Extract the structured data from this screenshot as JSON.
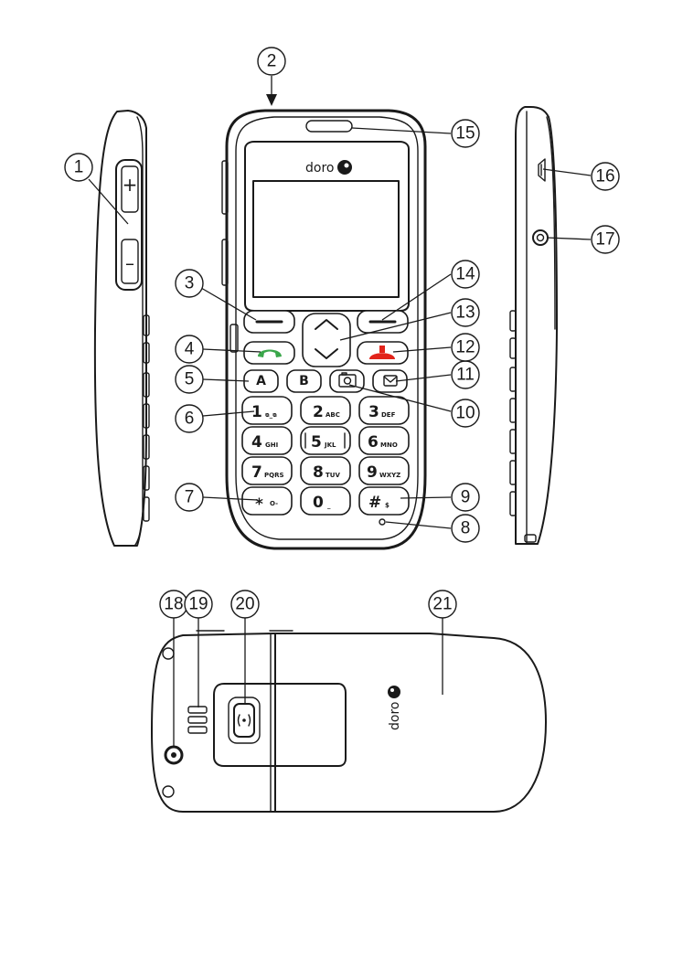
{
  "logo_text": "doro",
  "colors": {
    "call_key": "#3aa64a",
    "end_key": "#e2231a",
    "line": "#1a1a1a"
  },
  "side_buttons": {
    "volume_up": "+",
    "volume_down": "–"
  },
  "soft_keys": {
    "a": "A",
    "b": "B"
  },
  "keypad": [
    {
      "num": "1",
      "sub": "ᴓ_ᴓ"
    },
    {
      "num": "2",
      "sub": "ABC"
    },
    {
      "num": "3",
      "sub": "DEF"
    },
    {
      "num": "4",
      "sub": "GHI"
    },
    {
      "num": "5",
      "sub": "JKL"
    },
    {
      "num": "6",
      "sub": "MNO"
    },
    {
      "num": "7",
      "sub": "PQRS"
    },
    {
      "num": "8",
      "sub": "TUV"
    },
    {
      "num": "9",
      "sub": "WXYZ"
    },
    {
      "num": "*",
      "sub": "O-"
    },
    {
      "num": "0",
      "sub": "_"
    },
    {
      "num": "#",
      "sub": "$"
    }
  ],
  "callouts": [
    "1",
    "2",
    "3",
    "4",
    "5",
    "6",
    "7",
    "8",
    "9",
    "10",
    "11",
    "12",
    "13",
    "14",
    "15",
    "16",
    "17",
    "18",
    "19",
    "20",
    "21"
  ],
  "icons": [
    "volume-up-icon",
    "volume-down-icon",
    "call-icon",
    "end-call-icon",
    "camera-icon",
    "envelope-icon",
    "navigation-up-icon",
    "navigation-down-icon",
    "usb-port-icon",
    "headset-jack-icon",
    "camera-lens-icon",
    "speaker-grille-icon",
    "emergency-button-icon",
    "doro-logo-icon"
  ]
}
